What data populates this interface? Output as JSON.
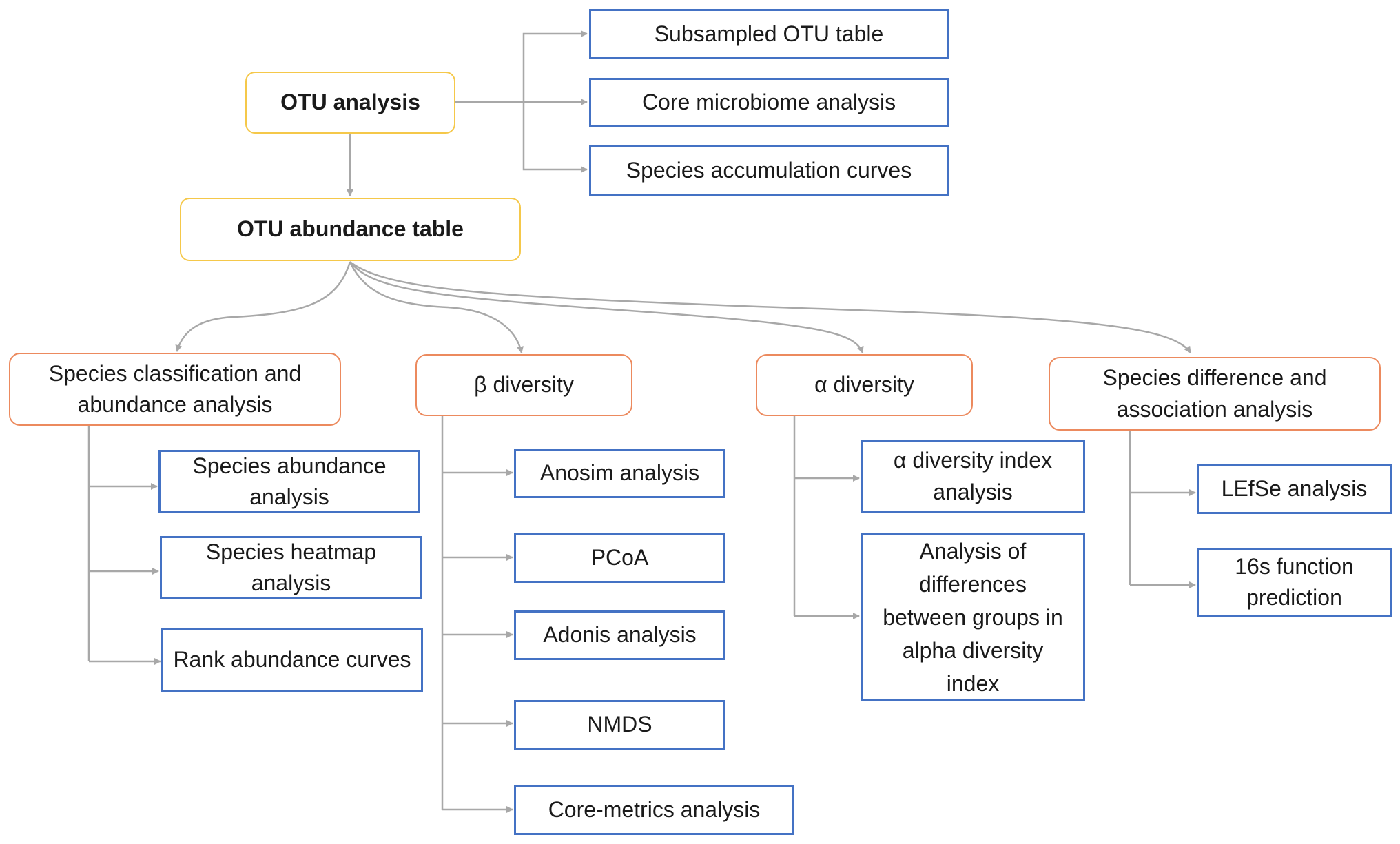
{
  "colors": {
    "root_border": "#f5c84a",
    "category_border": "#ec8a5e",
    "leaf_border": "#4472c4",
    "connector": "#a8a8a8"
  },
  "nodes": {
    "otu_analysis": "OTU analysis",
    "otu_abundance_table": "OTU abundance table",
    "subsampled_otu_table": "Subsampled OTU table",
    "core_microbiome": "Core microbiome analysis",
    "species_accumulation": "Species accumulation curves",
    "species_classification": "Species classification and abundance analysis",
    "beta_diversity": "β diversity",
    "alpha_diversity": "α diversity",
    "species_difference": "Species difference and association analysis",
    "species_abundance": "Species abundance analysis",
    "species_heatmap": "Species heatmap analysis",
    "rank_abundance": "Rank abundance curves",
    "anosim": "Anosim analysis",
    "pcoa": "PCoA",
    "adonis": "Adonis analysis",
    "nmds": "NMDS",
    "core_metrics": "Core-metrics analysis",
    "alpha_index": "α diversity index analysis",
    "alpha_group_diff": "Analysis of differences between groups in alpha diversity index",
    "lefse": "LEfSe analysis",
    "function_prediction": "16s function prediction"
  }
}
